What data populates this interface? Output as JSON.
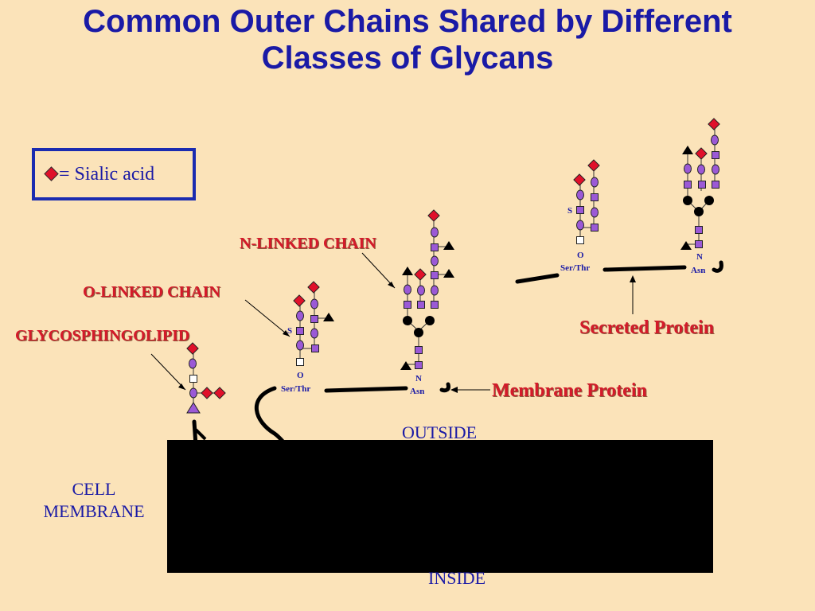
{
  "title": {
    "line1": "Common Outer Chains Shared by Different",
    "line2": "Classes of Glycans"
  },
  "legend": {
    "text": "= Sialic acid"
  },
  "labels": {
    "n_linked": "N-LINKED CHAIN",
    "o_linked": "O-LINKED CHAIN",
    "glycosphingolipid": "GLYCOSPHINGOLIPID",
    "secreted_protein": "Secreted Protein",
    "membrane_protein": "Membrane Protein",
    "outside": "OUTSIDE",
    "inside": "INSIDE",
    "cell_membrane_1": "CELL",
    "cell_membrane_2": "MEMBRANE"
  },
  "residue_labels": {
    "s1": "S",
    "o1": "O",
    "serthr1": "Ser/Thr",
    "n1": "N",
    "asn1": "Asn",
    "s2": "S",
    "o2": "O",
    "serthr2": "Ser/Thr",
    "n2": "N",
    "asn2": "Asn"
  },
  "colors": {
    "background": "#fbe3b9",
    "title": "#1a1aa6",
    "sialic_acid": "#e0102a",
    "galactose": "#9b59d6",
    "glcnac": "#9b59d6",
    "fucose": "#000000",
    "mannose": "#000000",
    "label_red": "#d41a2a",
    "membrane_block": "#000000"
  }
}
